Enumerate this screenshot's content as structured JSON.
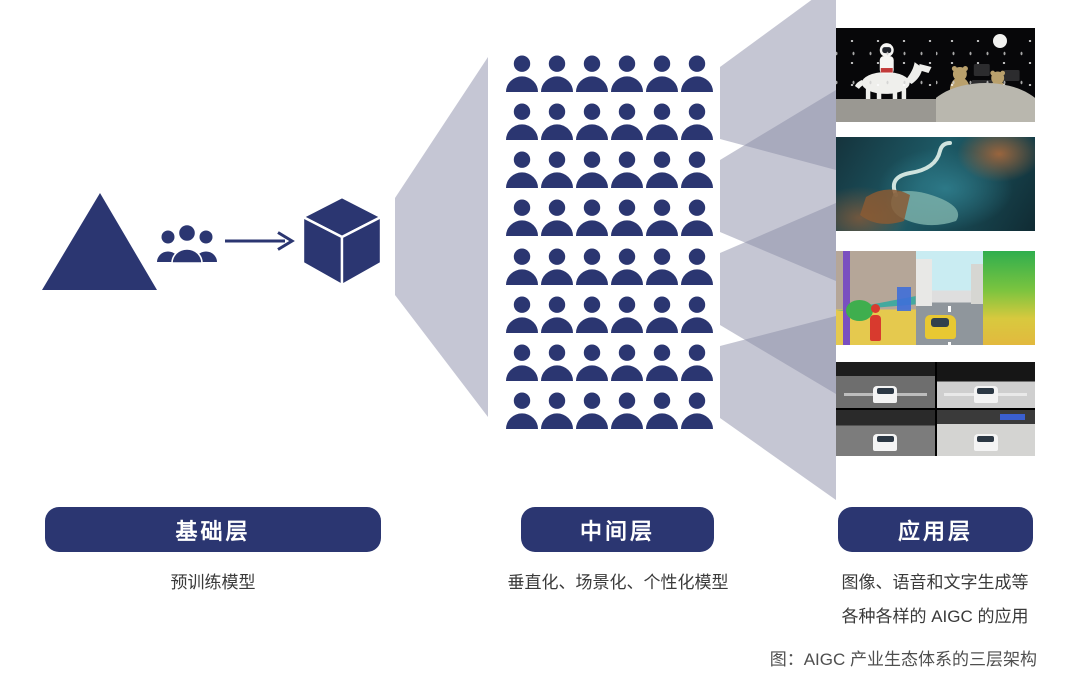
{
  "diagram": {
    "caption": "图：AIGC 产业生态体系的三层架构",
    "layers": [
      {
        "id": "foundation",
        "pill": "基础层",
        "description": "预训练模型"
      },
      {
        "id": "middle",
        "pill": "中间层",
        "description": "垂直化、场景化、个性化模型"
      },
      {
        "id": "application",
        "pill": "应用层",
        "description_line1": "图像、语音和文字生成等",
        "description_line2": "各种各样的 AIGC 的应用"
      }
    ],
    "people_grid": {
      "rows": 8,
      "columns": 6
    },
    "icons": [
      "pyramid-icon",
      "user-group-icon",
      "arrow-right-icon",
      "cube-icon",
      "person-icon",
      "funnel-shape",
      "fan-connector-shape"
    ],
    "images": [
      {
        "name": "astronaut-on-horse-and-teddy-bears-on-moon-image"
      },
      {
        "name": "teal-dream-swan-artwork-image"
      },
      {
        "name": "street-segmentation-and-depth-map-image"
      },
      {
        "name": "autonomous-driving-camera-grid-image"
      }
    ],
    "colors": {
      "navy": "#2b3671",
      "funnel_gray": "#c5c6d4",
      "fan_gray_rgba": "rgba(139,141,167,0.5)",
      "pill_text": "#ffffff",
      "body_text": "#3a3a3a",
      "caption_text": "#4f4f4f"
    }
  }
}
